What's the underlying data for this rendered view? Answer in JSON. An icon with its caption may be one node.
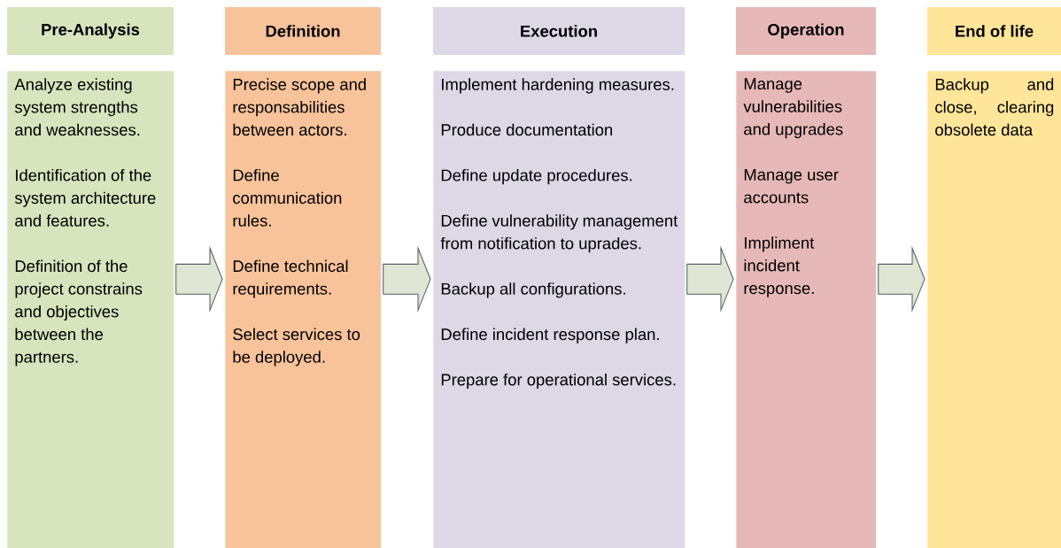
{
  "diagram": {
    "nodes": [
      {
        "text": [
          "Pre-Analysis"
        ]
      },
      {
        "text": [
          "Definition"
        ]
      },
      {
        "text": [
          "Execution"
        ]
      },
      {
        "text": [
          "Operation"
        ]
      },
      {
        "text": [
          "End of life"
        ]
      },
      {
        "text": [
          "Analyze existing system strengths and weaknesses.",
          "Identification of the system architecture and features.",
          "Definition of the project constrains and objectives between the partners."
        ]
      },
      {
        "text": [
          "Precise scope and responsabilities between actors.",
          "Define communication rules.",
          "Define technical requirements.",
          "Select services to be deployed."
        ]
      },
      {
        "text": [
          "Implement hardening measures.",
          "Produce documentation",
          "Define update procedures.",
          "Define vulnerability management from notification to uprades.",
          "Backup all configurations.",
          "Define incident response plan.",
          "Prepare for operational services."
        ]
      },
      {
        "text": [
          "Manage vulnerabilities and upgrades",
          "Manage user accounts",
          "Impliment incident response."
        ]
      },
      {
        "text": [
          "Backup and close, clearing obsolete data"
        ]
      }
    ],
    "edges": [
      {
        "from": 5,
        "to": 6,
        "arrow": "to"
      },
      {
        "from": 6,
        "to": 7,
        "arrow": "to"
      },
      {
        "from": 7,
        "to": 8,
        "arrow": "to"
      },
      {
        "from": 8,
        "to": 9,
        "arrow": "to"
      }
    ]
  }
}
